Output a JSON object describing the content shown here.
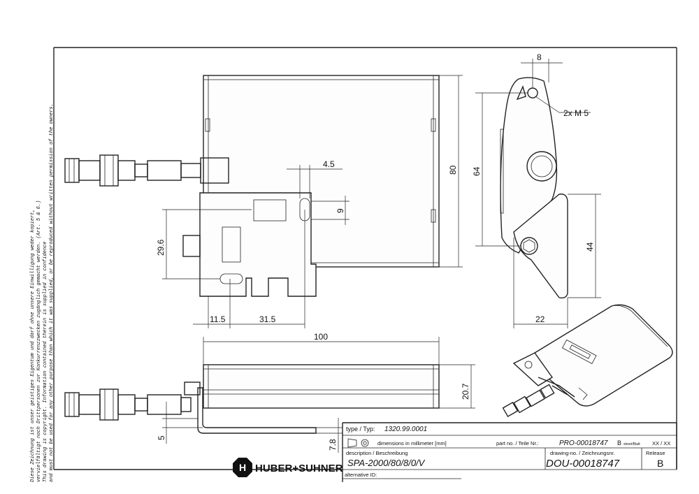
{
  "legal_notice": [
    "Diese Zeichnung ist unser geistiges Eigentum und darf ohne unsere Einwilligung weder kopiert,",
    "vervielfältigt noch Drittpersonen zur Konkurrenzzwecken zugänglich gemacht werden. (Art. 5 & 6.)",
    "This drawing is copyright. Information contained therein is supplied in confidence",
    "and must not be used for any other purpose than which it was supplied, or be reproduced without written permission of the owners."
  ],
  "dimensions": {
    "d_4_5": "4.5",
    "d_9": "9",
    "d_80": "80",
    "d_29_6": "29.6",
    "d_11_5": "11.5",
    "d_31_5": "31.5",
    "d_100": "100",
    "d_20_7": "20.7",
    "d_5": "5",
    "d_7_8": "7.8",
    "d_8": "8",
    "d_2xm5": "2x M 5",
    "d_64": "64",
    "d_44": "44",
    "d_22": "22"
  },
  "title_block": {
    "type_label": "type / Typ:",
    "type_value": "1320.99.0001",
    "units_label": "dimensions in millimeter [mm]",
    "part_label": "part no. / Teile Nr.:",
    "part_value": "PRO-00018747",
    "sheet_value": "B",
    "sheet_label": "sheet/Blatt",
    "sheet_of": "XX / XX",
    "description_label": "description / Beschreibung",
    "description_value": "SPA-2000/80/8/0/V",
    "drawing_no_label": "drawing-no. / Zeichnungsnr.",
    "drawing_no_value": "DOU-00018747",
    "release_label": "Release",
    "release_value": "B",
    "alternative_label": "alternative ID:",
    "alternative_value": ""
  },
  "logo": {
    "text": "HUBER+SUHNER",
    "mark": "H"
  }
}
